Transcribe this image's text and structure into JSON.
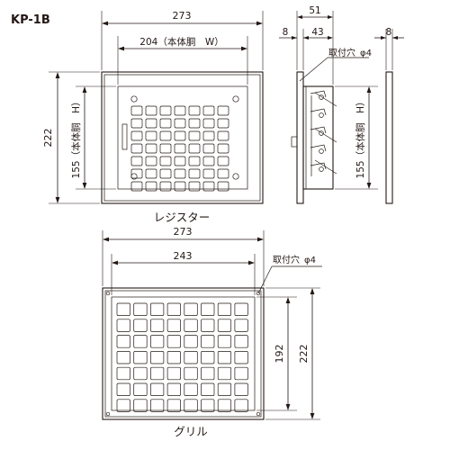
{
  "model": "KP-1B",
  "register": {
    "caption": "レジスター",
    "front": {
      "width": "273",
      "body_width": "204（本体胴　W）",
      "height": "222",
      "body_height": "155（本体胴　H）"
    },
    "side": {
      "depth": "51",
      "flange_left": "8",
      "body_depth": "43",
      "flange_right": "8",
      "hole_note": "取付穴",
      "hole_dia": "φ4",
      "body_height": "155（本体胴　H）"
    }
  },
  "grille": {
    "caption": "グリル",
    "width": "273",
    "inner_width": "243",
    "height": "222",
    "inner_height": "192",
    "hole_note": "取付穴",
    "hole_dia": "φ4"
  }
}
